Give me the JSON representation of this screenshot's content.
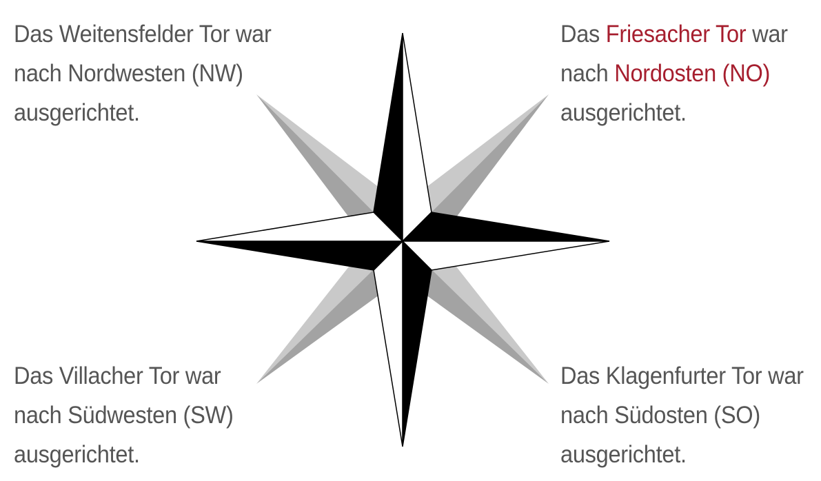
{
  "colors": {
    "text": "#555555",
    "highlight": "#a61e2e",
    "point_dark": "#000000",
    "point_light": "#ffffff",
    "diagonal_light": "#c9c9c9",
    "diagonal_dark": "#a3a3a3"
  },
  "labels": {
    "nw": {
      "line1": "Das Weitensfelder Tor war",
      "line2": "nach Nordwesten (NW)",
      "line3": "ausgerichtet."
    },
    "no": {
      "line1_prefix": "Das ",
      "line1_highlight": "Friesacher Tor",
      "line1_suffix": " war",
      "line2_prefix": "nach ",
      "line2_highlight": "Nordosten (NO)",
      "line3": "ausgerichtet."
    },
    "sw": {
      "line1": "Das Villacher Tor war",
      "line2": "nach Südwesten (SW)",
      "line3": "ausgerichtet."
    },
    "so": {
      "line1": "Das Klagenfurter Tor war",
      "line2": "nach Südosten (SO)",
      "line3": "ausgerichtet."
    }
  }
}
